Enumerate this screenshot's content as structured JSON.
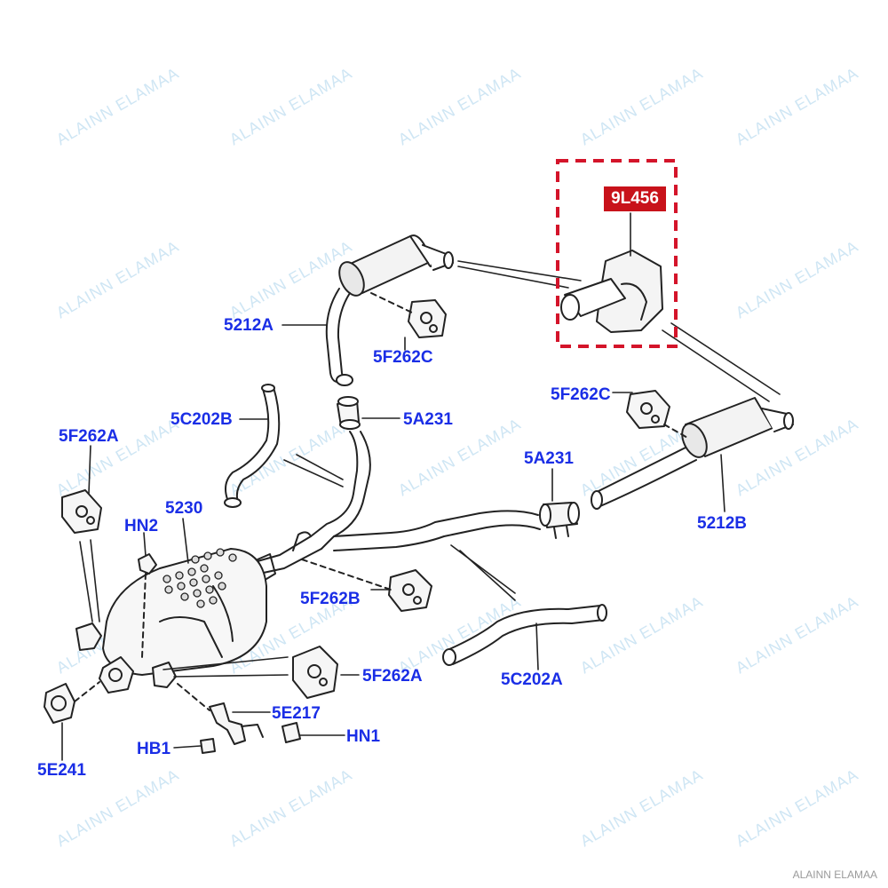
{
  "watermark_text": "ALAINN ELAMAA",
  "footer_text": "ALAINN ELAMAA",
  "highlight": {
    "label": "9L456",
    "badge_color": "#c8121a",
    "box_color": "#d4142a"
  },
  "label_color": "#1a2ee6",
  "labels": {
    "l_5212a": "5212A",
    "l_5f262c_top": "5F262C",
    "l_5f262c_right": "5F262C",
    "l_5c202b": "5C202B",
    "l_5a231_mid": "5A231",
    "l_5a231_right": "5A231",
    "l_5212b": "5212B",
    "l_5f262a_left": "5F262A",
    "l_5230": "5230",
    "l_hn2": "HN2",
    "l_5f262b": "5F262B",
    "l_5c202a": "5C202A",
    "l_5f262a_bottom": "5F262A",
    "l_5e217": "5E217",
    "l_hn1": "HN1",
    "l_hb1": "HB1",
    "l_5e241": "5E241"
  }
}
